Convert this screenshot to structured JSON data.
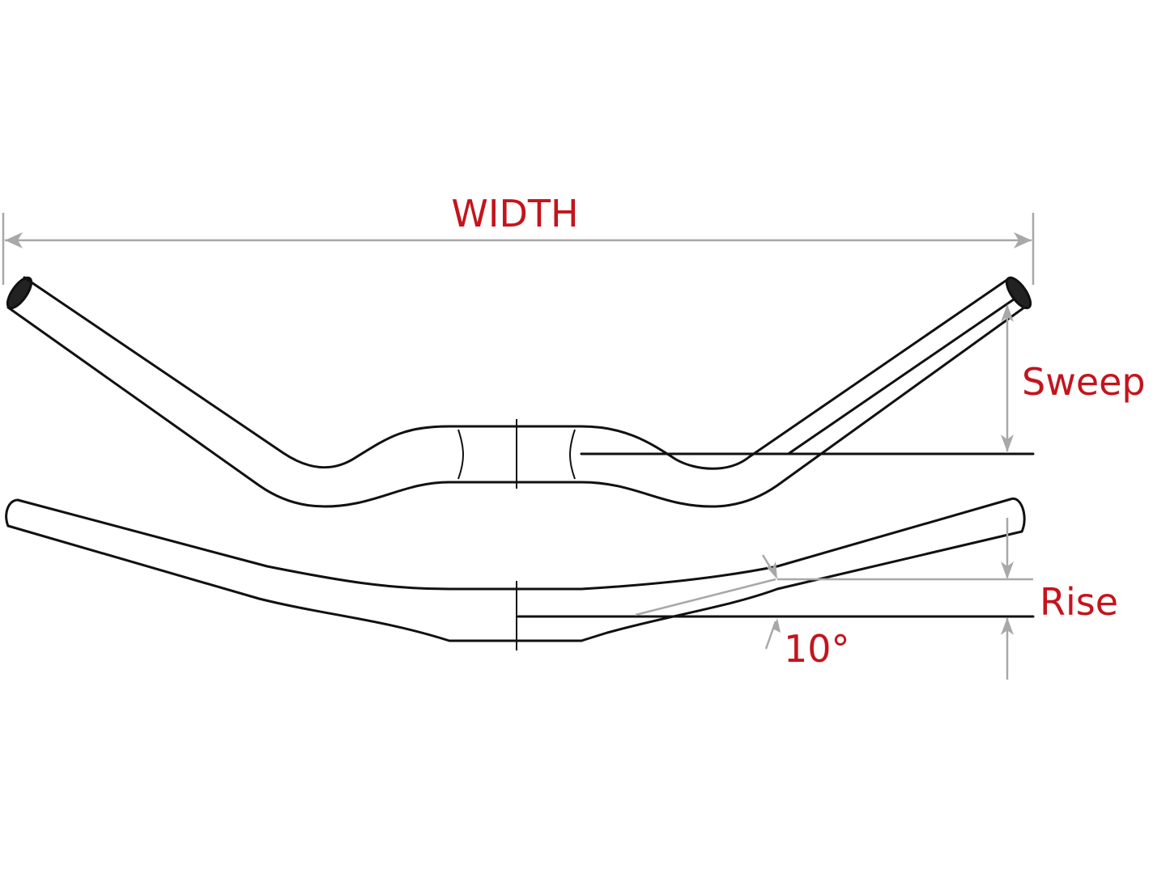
{
  "diagram": {
    "subject": "Bicycle handlebar geometry",
    "labels": {
      "width": "WIDTH",
      "sweep": "Sweep",
      "rise": "Rise",
      "angle": "10°"
    },
    "colors": {
      "label": "#c4141c",
      "outline": "#111111",
      "dimension_line": "#a8a8a8",
      "background": "#ffffff"
    },
    "views": [
      {
        "name": "top-view",
        "description": "Handlebar seen from above showing sweep"
      },
      {
        "name": "front-view",
        "description": "Handlebar seen from front showing rise and 10° angle"
      }
    ]
  }
}
